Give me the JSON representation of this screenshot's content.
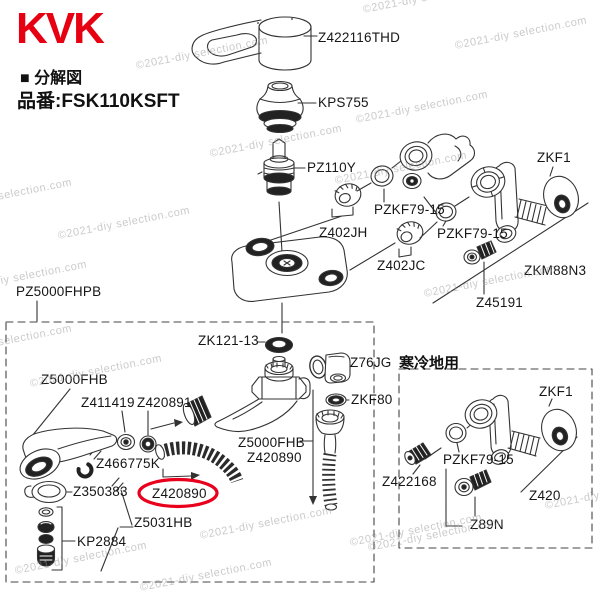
{
  "header": {
    "logo_text": "KVK",
    "logo_color": "#e60012",
    "diagram_label": "■ 分解図",
    "product_label": "品番:FSK110KSFT"
  },
  "watermark": {
    "text": "©2021-diy selection.com"
  },
  "diagram": {
    "line_color": "#333333",
    "highlight_color": "#e8001c",
    "highlighted_part": "Z420890",
    "main_parts": [
      {
        "label": "Z422116THD"
      },
      {
        "label": "KPS755"
      },
      {
        "label": "PZ110Y"
      },
      {
        "label": "PZKF79-15"
      },
      {
        "label": "Z402JH"
      },
      {
        "label": "PZKF79-15"
      },
      {
        "label": "Z402JC"
      },
      {
        "label": "ZKF1"
      },
      {
        "label": "ZKM88N3"
      },
      {
        "label": "Z45191"
      },
      {
        "label": "PZ5000FHPB"
      },
      {
        "label": "ZK121-13"
      },
      {
        "label": "Z76JG"
      },
      {
        "label": "ZKF80"
      },
      {
        "label": "Z5000FHB"
      },
      {
        "label": "Z411419"
      },
      {
        "label": "Z420891"
      },
      {
        "label": "Z466775K"
      },
      {
        "label": "Z350383"
      },
      {
        "label": "Z420890"
      },
      {
        "label": "Z5031HB"
      },
      {
        "label": "KP2884"
      },
      {
        "label": "Z5000FHB"
      },
      {
        "label": "Z420890"
      }
    ],
    "cold_climate": {
      "title": "寒冷地用",
      "parts": [
        {
          "label": "ZKF1"
        },
        {
          "label": "PZKF79-15"
        },
        {
          "label": "Z422168"
        },
        {
          "label": "Z420"
        },
        {
          "label": "Z89N"
        }
      ]
    }
  }
}
